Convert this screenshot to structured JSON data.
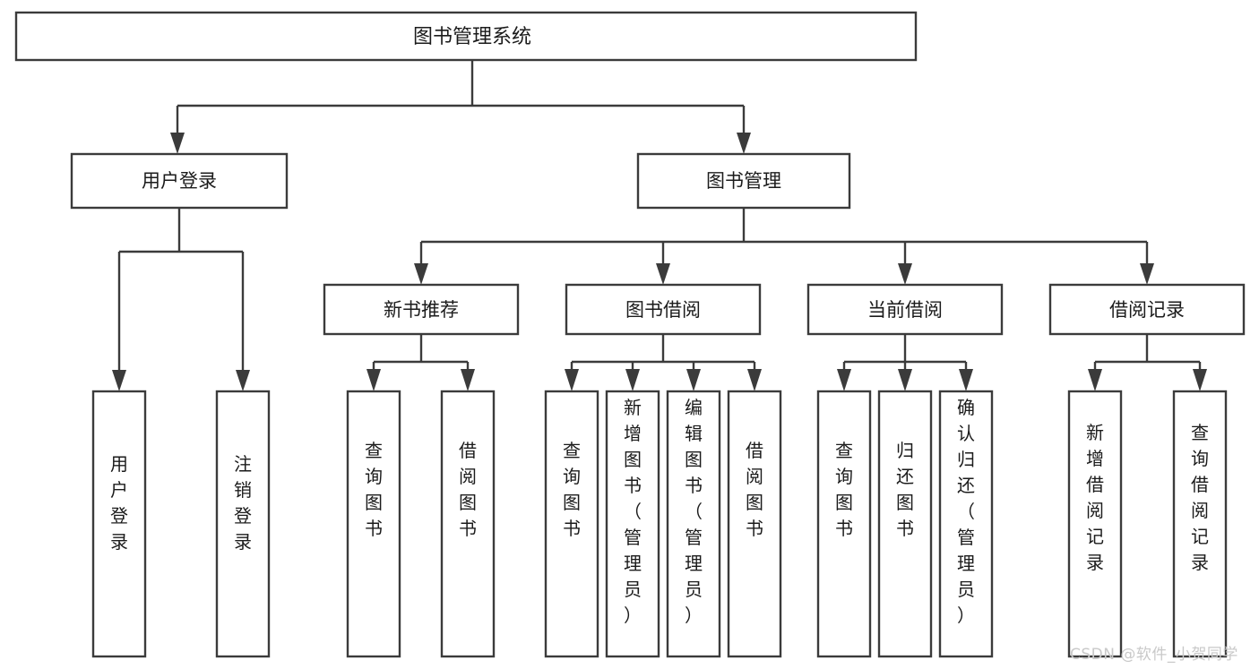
{
  "diagram": {
    "title": "图书管理系统",
    "watermark": "CSDN @软件_小贺同学",
    "colors": {
      "background": "#ffffff",
      "stroke": "#3b3b3b",
      "text": "#1b1b1b",
      "watermark": "#c9c9c9"
    },
    "root": {
      "label": "图书管理系统"
    },
    "level1": [
      {
        "label": "用户登录"
      },
      {
        "label": "图书管理"
      }
    ],
    "level2": [
      {
        "label": "新书推荐"
      },
      {
        "label": "图书借阅"
      },
      {
        "label": "当前借阅"
      },
      {
        "label": "借阅记录"
      }
    ],
    "leaves": {
      "user_login": [
        {
          "label": "用户登录"
        },
        {
          "label": "注销登录"
        }
      ],
      "new_book": [
        {
          "label": "查询图书"
        },
        {
          "label": "借阅图书"
        }
      ],
      "book_borrow": [
        {
          "label": "查询图书"
        },
        {
          "label": "新增图书（管理员）"
        },
        {
          "label": "编辑图书（管理员）"
        },
        {
          "label": "借阅图书"
        }
      ],
      "current_borrow": [
        {
          "label": "查询图书"
        },
        {
          "label": "归还图书"
        },
        {
          "label": "确认归还（管理员）"
        }
      ],
      "borrow_record": [
        {
          "label": "新增借阅记录"
        },
        {
          "label": "查询借阅记录"
        }
      ]
    }
  }
}
